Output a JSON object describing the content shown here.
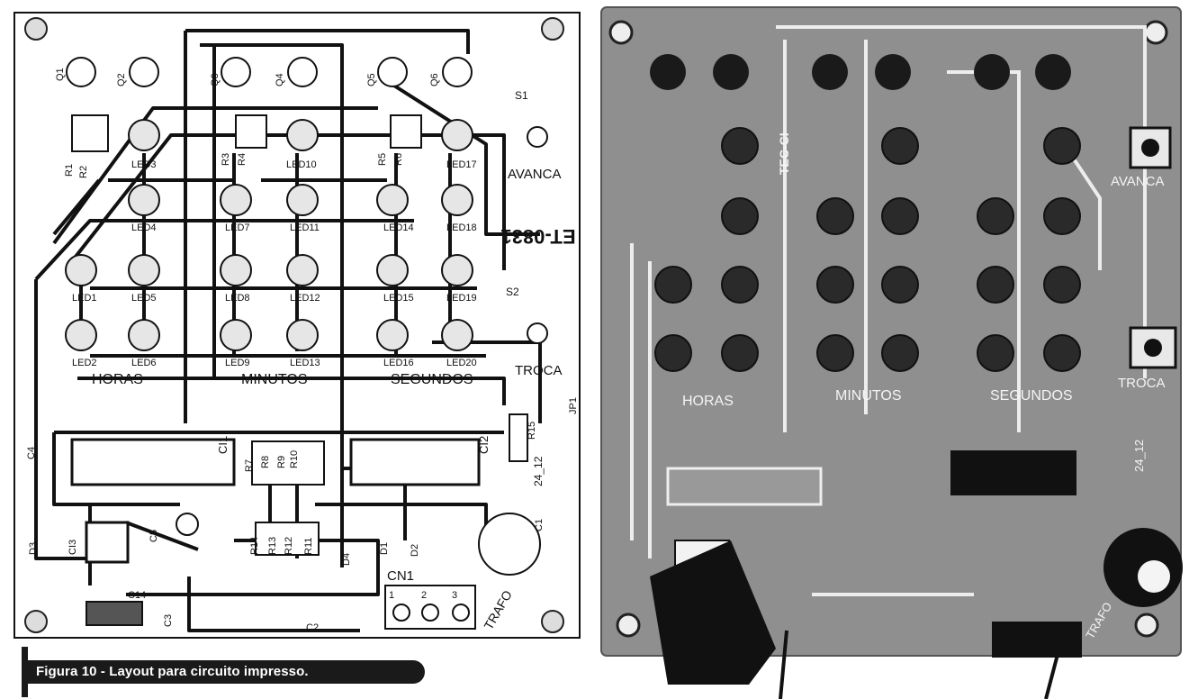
{
  "pcb_layout": {
    "board_code": "ET-0831",
    "switch_labels": [
      "S1",
      "S2",
      "AVANCA",
      "TROCA"
    ],
    "group_labels": [
      "HORAS",
      "MINUTOS",
      "SEGUNDOS"
    ],
    "led_labels": [
      "LED1",
      "LED2",
      "LED3",
      "LED4",
      "LED5",
      "LED6",
      "LED7",
      "LED8",
      "LED9",
      "LED10",
      "LED11",
      "LED12",
      "LED13",
      "LED14",
      "LED15",
      "LED16",
      "LED17",
      "LED18",
      "LED19",
      "LED20"
    ],
    "transistor_labels": [
      "Q1",
      "Q2",
      "Q3",
      "Q4",
      "Q5",
      "Q6"
    ],
    "resistor_labels": [
      "R1",
      "R2",
      "R3",
      "R4",
      "R5",
      "R6",
      "R7",
      "R8",
      "R9",
      "R10",
      "R11",
      "R12",
      "R13",
      "R14",
      "R15"
    ],
    "ic_labels": [
      "CI1",
      "CI2",
      "CI3"
    ],
    "capacitor_labels": [
      "C1",
      "C2",
      "C3",
      "C4",
      "C5",
      "C14"
    ],
    "diode_labels": [
      "D1",
      "D2",
      "D3",
      "D4"
    ],
    "connector_labels": [
      "CN1",
      "JP1",
      "TRAFO",
      "24_12"
    ],
    "pin_labels": [
      "1",
      "2",
      "3"
    ]
  },
  "photo": {
    "logo_text": "TEC-CI",
    "group_labels": [
      "HORAS",
      "MINUTOS",
      "SEGUNDOS"
    ],
    "switch_labels": [
      "AVANCA",
      "TROCA"
    ],
    "connector_labels": [
      "24_12",
      "TRAFO"
    ]
  },
  "caption": {
    "text": "Figura 10 - Layout para circuito impresso."
  }
}
